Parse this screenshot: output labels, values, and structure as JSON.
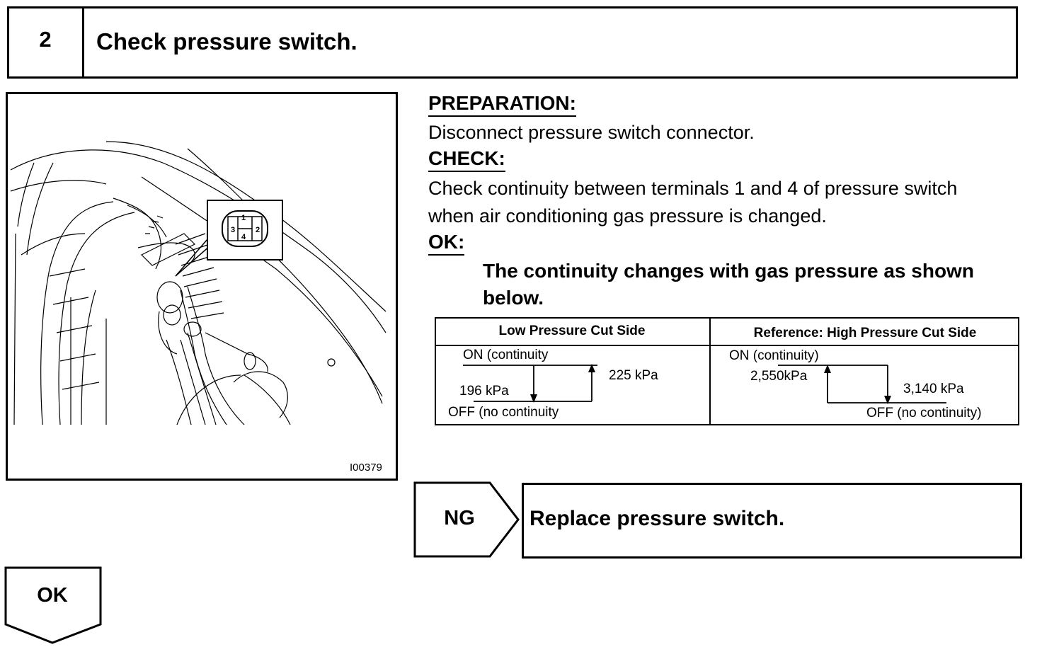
{
  "step": {
    "number": "2",
    "title": "Check pressure switch."
  },
  "figure": {
    "id": "I00379",
    "connector_pins": [
      "1",
      "2",
      "3",
      "4"
    ]
  },
  "instructions": {
    "preparation_heading": "PREPARATION:",
    "preparation_text": "Disconnect pressure switch connector.",
    "check_heading": "CHECK:",
    "check_line1": "Check continuity between terminals 1 and 4 of pressure switch",
    "check_line2": "when air conditioning gas pressure is changed.",
    "ok_heading": "OK:",
    "ok_line1": "The continuity changes with gas pressure as shown",
    "ok_line2": "below."
  },
  "pressure_table": {
    "low": {
      "header": "Low Pressure Cut Side",
      "on_label": "ON (continuity",
      "off_label": "OFF (no continuity",
      "falling_value": "196 kPa",
      "rising_value": "225 kPa"
    },
    "high": {
      "header": "Reference: High Pressure Cut Side",
      "on_label": "ON (continuity)",
      "off_label": "OFF (no continuity)",
      "rising_value": "2,550kPa",
      "falling_value": "3,140 kPa"
    }
  },
  "flow": {
    "ng_label": "NG",
    "ng_action": "Replace pressure switch.",
    "ok_label": "OK"
  }
}
